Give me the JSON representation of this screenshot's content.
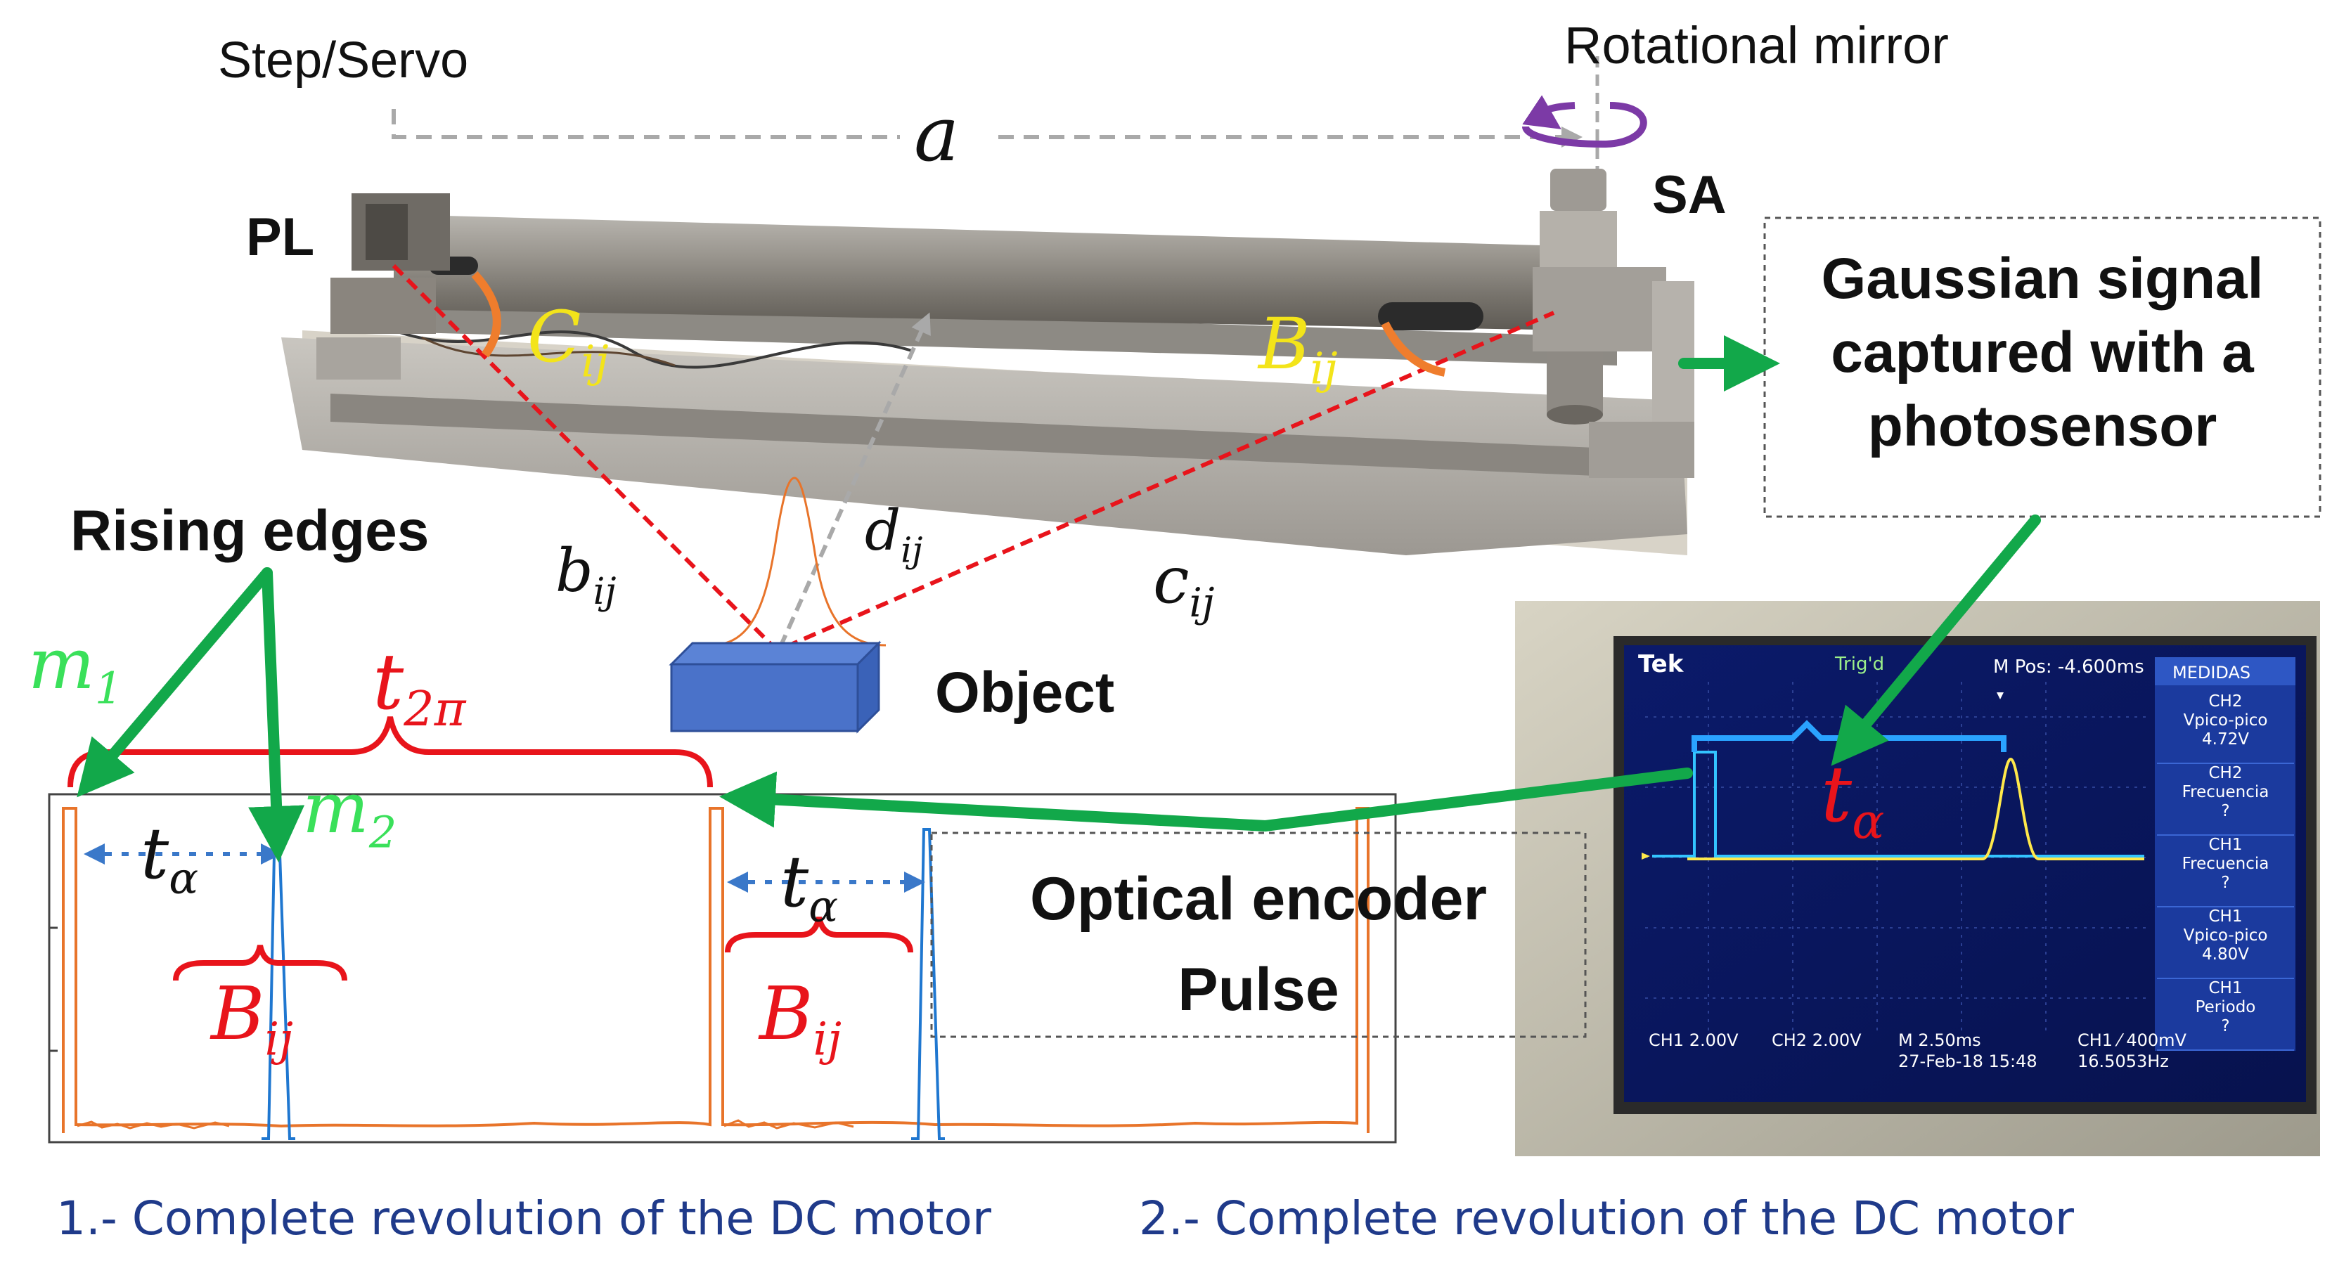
{
  "labels": {
    "step_servo": "Step/Servo",
    "rotational_mirror": "Rotational mirror",
    "distance_a": "a",
    "pl": "PL",
    "sa": "SA",
    "object": "Object",
    "rising_edges": "Rising edges",
    "gaussian_line1": "Gaussian signal",
    "gaussian_line2": "captured with a",
    "gaussian_line3": "photosensor",
    "optical_line1": "Optical encoder",
    "optical_line2": "Pulse"
  },
  "math": {
    "C_base": "C",
    "C_sub": "ij",
    "B_base": "B",
    "B_sub": "ij",
    "b_base": "b",
    "b_sub": "ij",
    "c_base": "c",
    "c_sub": "ij",
    "d_base": "d",
    "d_sub": "ij",
    "m1_base": "m",
    "m1_sub": "1",
    "m2_base": "m",
    "m2_sub": "2",
    "t2pi_base": "t",
    "t2pi_sub": "2π",
    "ta_base": "t",
    "ta_sub": "α"
  },
  "scope": {
    "brand": "Tek",
    "trig": "Trig'd",
    "mpos": "M Pos: -4.600ms",
    "medidas": "MEDIDAS",
    "panel": [
      {
        "l1": "CH2",
        "l2": "Vpico-pico",
        "l3": "4.72V"
      },
      {
        "l1": "CH2",
        "l2": "Frecuencia",
        "l3": "?"
      },
      {
        "l1": "CH1",
        "l2": "Frecuencia",
        "l3": "?"
      },
      {
        "l1": "CH1",
        "l2": "Vpico-pico",
        "l3": "4.80V"
      },
      {
        "l1": "CH1",
        "l2": "Periodo",
        "l3": "?"
      }
    ],
    "status_ch1": "CH1  2.00V",
    "status_ch2": "CH2  2.00V",
    "status_m": "M 2.50ms",
    "status_date": "27-Feb-18 15:48",
    "status_trig": "CH1 ⁄ 400mV",
    "status_freq": "16.5053Hz"
  },
  "captions": {
    "left": "1.- Complete revolution of the DC motor",
    "right": "2.- Complete revolution of the DC motor"
  },
  "colors": {
    "green_arrow": "#12a84a",
    "red_text": "#e8141b",
    "yellow_text": "#f3e41a",
    "orange_signal": "#e8742a",
    "blue_signal": "#1f77d0",
    "purple_arrow": "#7c3aa6",
    "caption": "#1f3a8a"
  }
}
